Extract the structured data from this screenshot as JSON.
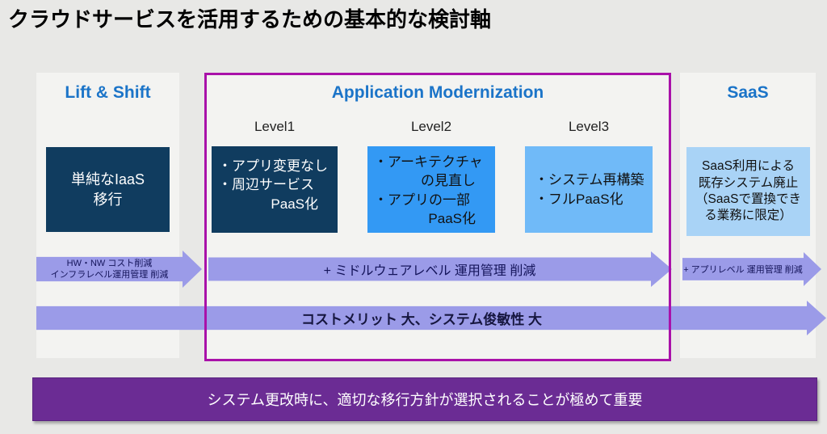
{
  "title": "クラウドサービスを活用するための基本的な検討軸",
  "columns": {
    "lift_shift": {
      "header": "Lift & Shift",
      "box": "単純なIaaS\n移行"
    },
    "app_modernization": {
      "header": "Application Modernization",
      "levels": [
        {
          "label": "Level1",
          "lines": [
            "・アプリ変更なし",
            "・周辺サービス",
            "PaaS化"
          ]
        },
        {
          "label": "Level2",
          "lines": [
            "・アーキテクチャ",
            "の見直し",
            "・アプリの一部",
            "PaaS化"
          ]
        },
        {
          "label": "Level3",
          "lines": [
            "・システム再構築",
            "・フルPaaS化"
          ]
        }
      ]
    },
    "saas": {
      "header": "SaaS",
      "box_lines": [
        "SaaS利用による",
        "既存システム廃止",
        "（SaaSで置換でき",
        "る業務に限定）"
      ]
    }
  },
  "arrows": {
    "infra_line1": "HW・NW コスト削減",
    "infra_line2": "インフラレベル運用管理 削減",
    "middleware": "+ ミドルウェアレベル 運用管理 削減",
    "app": "+ アプリレベル 運用管理 削減",
    "cost_merit": "コストメリット 大、システム俊敏性 大"
  },
  "banner": "システム更改時に、適切な移行方針が選択されることが極めて重要",
  "colors": {
    "page_background": "#e8e8e6",
    "panel_background": "#f3f3f1",
    "header_blue": "#1b74c8",
    "navy_box": "#103c5f",
    "level2_blue": "#3399f4",
    "level3_blue": "#70baf8",
    "saas_blue": "#a9d3f6",
    "arrow_fill": "#9b9be8",
    "arrow_text": "#14145a",
    "frame_magenta": "#a911a9",
    "banner_purple": "#6b2c94"
  }
}
